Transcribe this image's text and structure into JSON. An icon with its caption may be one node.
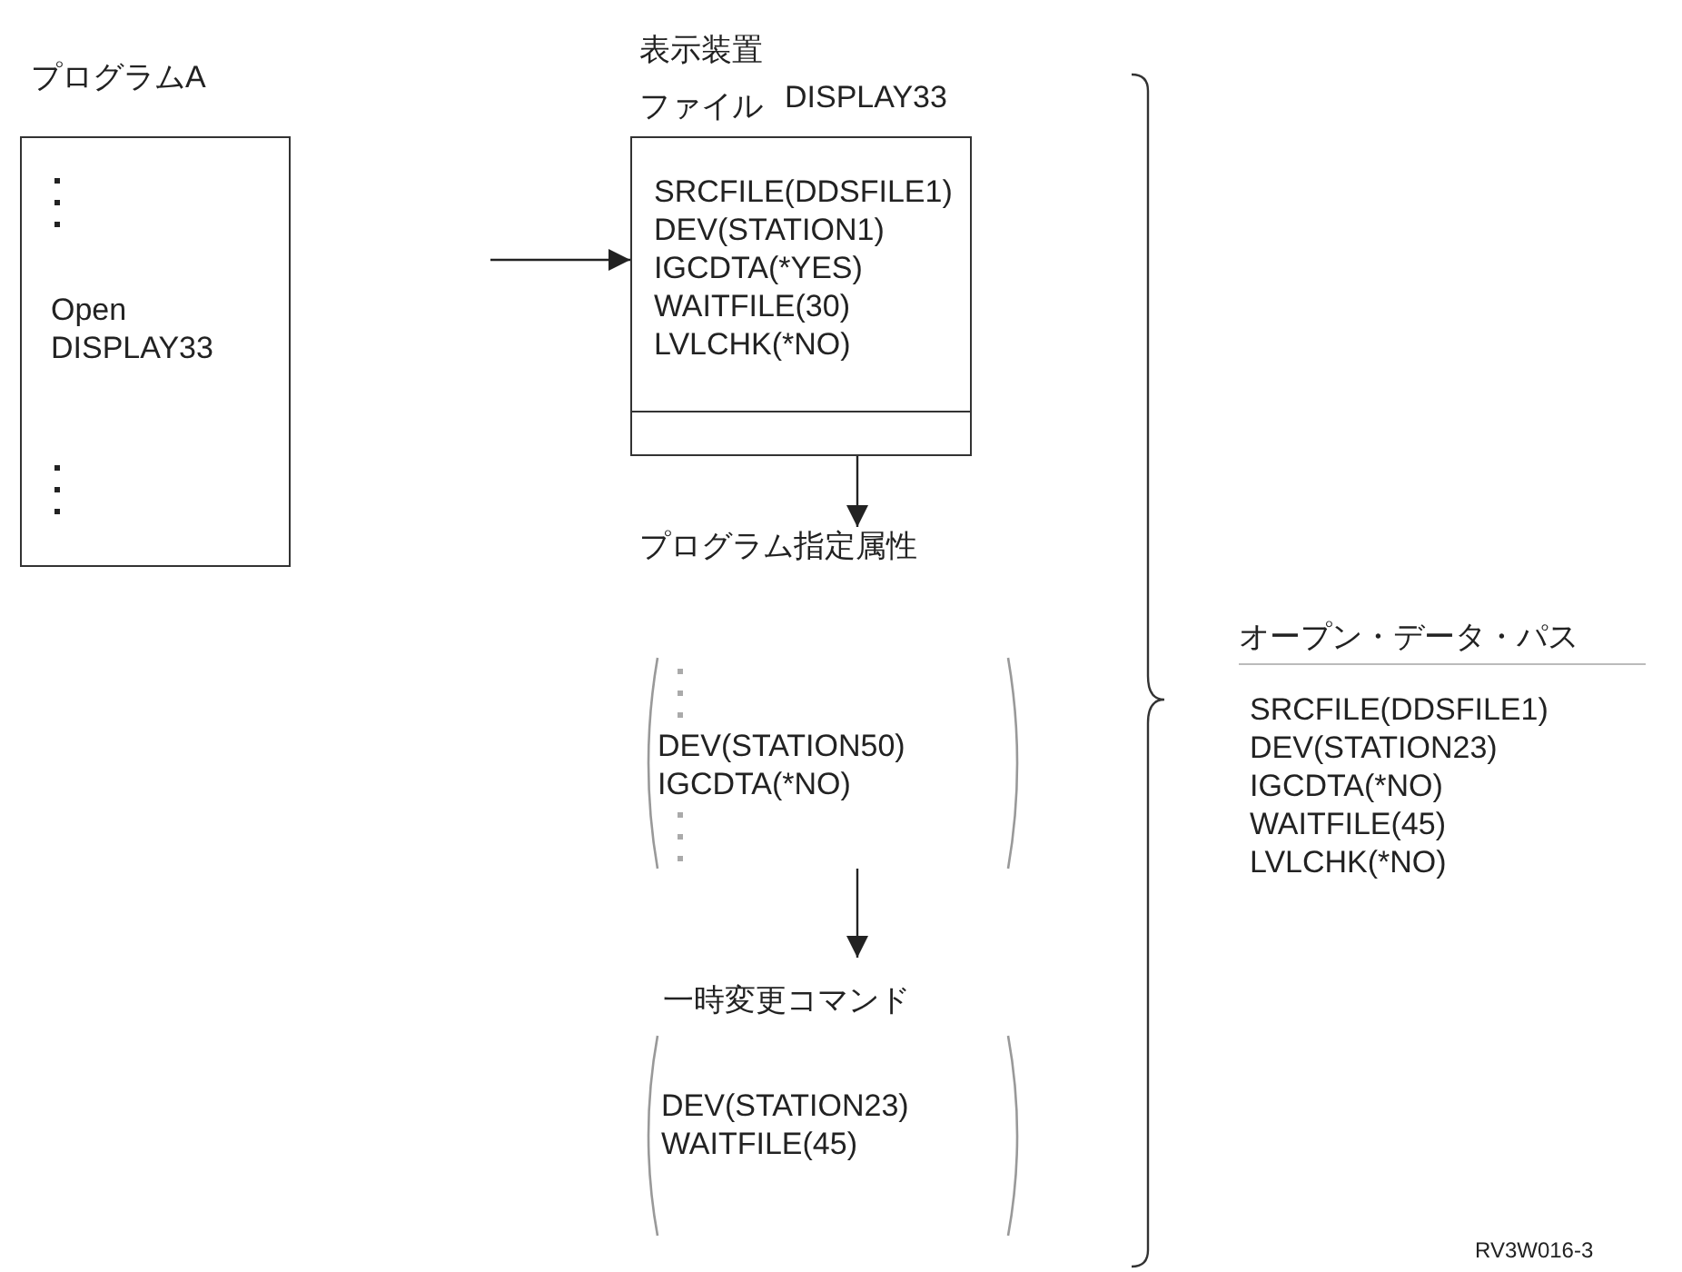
{
  "diagram": {
    "nodes": [
      {
        "text": [
          "プログラムA",
          "Open DISPLAY33"
        ]
      },
      {
        "text": [
          "表示装置ファイル",
          "DISPLAY33",
          "SRCFILE(DDSFILE1) DEV(STATION1) IGCDTA(*YES) WAITFILE(30) LVLCHK(*NO)"
        ]
      },
      {
        "text": [
          "プログラム指定属性",
          "DEV(STATION50) IGCDTA(*NO)"
        ]
      },
      {
        "text": [
          "一時変更コマンド",
          "DEV(STATION23) WAITFILE(45)"
        ]
      },
      {
        "text": [
          "オープン・データ・パス",
          "SRCFILE(DDSFILE1) DEV(STATION23) IGCDTA(*NO) WAITFILE(45) LVLCHK(*NO)"
        ]
      }
    ],
    "edges": [
      {
        "from": null,
        "to": 1,
        "arrow": "to"
      },
      {
        "from": 1,
        "to": 2,
        "arrow": "to"
      },
      {
        "from": 2,
        "to": 3,
        "arrow": "to"
      }
    ],
    "labels": [
      "RV3W016-3"
    ]
  }
}
